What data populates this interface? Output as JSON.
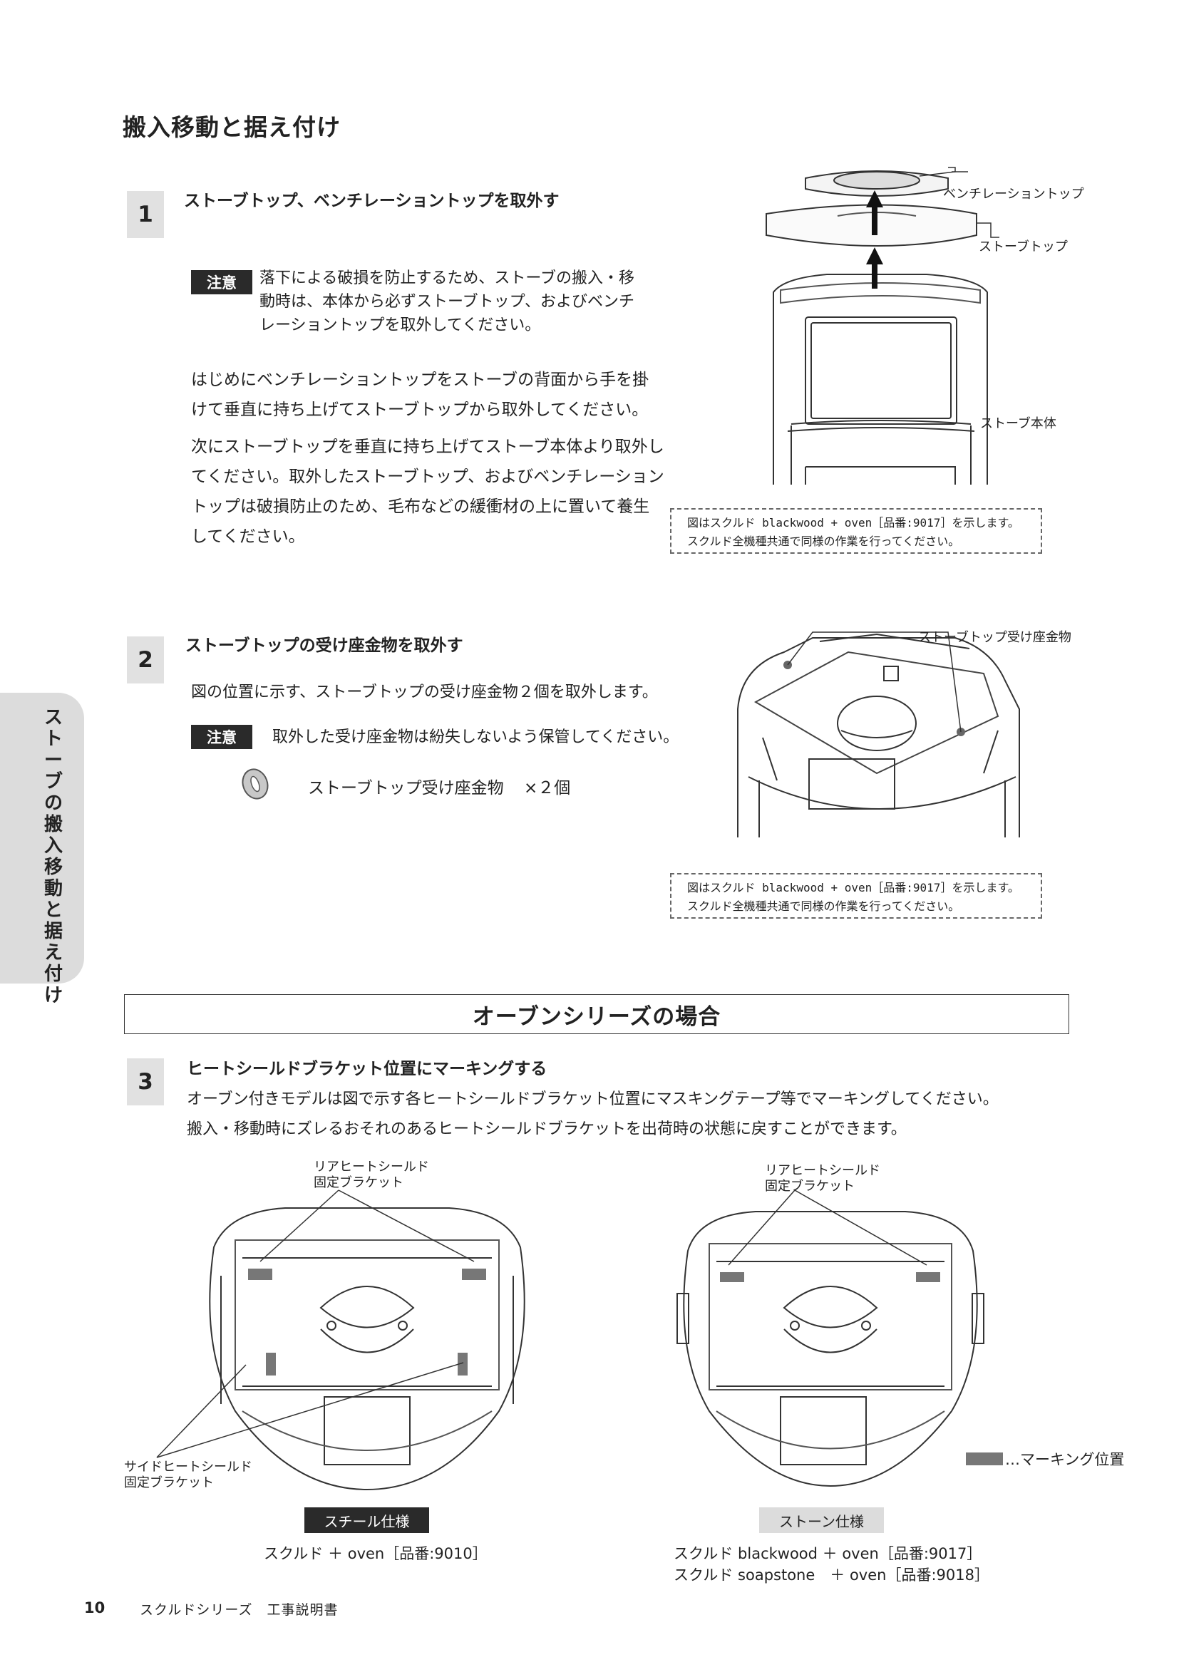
{
  "page_title": "搬入移動と据え付け",
  "side_tab": "ストーブの搬入移動と据え付け",
  "caution_label": "注意",
  "step1": {
    "number": "1",
    "heading": "ストーブトップ、ベンチレーショントップを取外す",
    "caution_lines": [
      "落下による破損を防止するため、ストーブの搬入・移",
      "動時は、本体から必ずストーブトップ、およびベンチ",
      "レーショントップを取外してください。"
    ],
    "para1": [
      "はじめにベンチレーショントップをストーブの背面から手を掛",
      "けて垂直に持ち上げてストーブトップから取外してください。"
    ],
    "para2": [
      "次にストーブトップを垂直に持ち上げてストーブ本体より取外し",
      "てください。取外したストーブトップ、およびベンチレーション",
      "トップは破損防止のため、毛布などの緩衝材の上に置いて養生",
      "してください。"
    ],
    "labels": {
      "vent_top": "ベンチレーショントップ",
      "stove_top": "ストーブトップ",
      "body": "ストーブ本体"
    },
    "note": [
      "図はスクルド blackwood + oven［品番:9017］を示します。",
      "スクルド全機種共通で同様の作業を行ってください。"
    ]
  },
  "step2": {
    "number": "2",
    "heading": "ストーブトップの受け座金物を取外す",
    "body": "図の位置に示す、ストーブトップの受け座金物２個を取外します。",
    "caution": "取外した受け座金物は紛失しないよう保管してください。",
    "part_name": "ストーブトップ受け座金物",
    "part_qty": "×２個",
    "label": "ストーブトップ受け座金物",
    "note": [
      "図はスクルド blackwood + oven［品番:9017］を示します。",
      "スクルド全機種共通で同様の作業を行ってください。"
    ]
  },
  "section_title": "オーブンシリーズの場合",
  "step3": {
    "number": "3",
    "heading": "ヒートシールドブラケット位置にマーキングする",
    "body": [
      "オーブン付きモデルは図で示す各ヒートシールドブラケット位置にマスキングテープ等でマーキングしてください。",
      "搬入・移動時にズレるおそれのあるヒートシールドブラケットを出荷時の状態に戻すことができます。"
    ],
    "rear_label": [
      "リアヒートシールド",
      "固定ブラケット"
    ],
    "side_label": [
      "サイドヒートシールド",
      "固定ブラケット"
    ],
    "legend": "…マーキング位置",
    "steel": {
      "badge": "スチール仕様",
      "caption": [
        "スクルド ＋ oven［品番:9010］"
      ]
    },
    "stone": {
      "badge": "ストーン仕様",
      "caption": [
        "スクルド blackwood ＋ oven［品番:9017］",
        "スクルド soapstone　＋ oven［品番:9018］"
      ]
    }
  },
  "footer": {
    "page_number": "10",
    "doc_title": "スクルドシリーズ　工事説明書"
  },
  "colors": {
    "caution_bg": "#2a2a2a",
    "step_bg": "#e1e1e1",
    "marking": "#777777",
    "tab_bg": "#dcdcdc"
  }
}
